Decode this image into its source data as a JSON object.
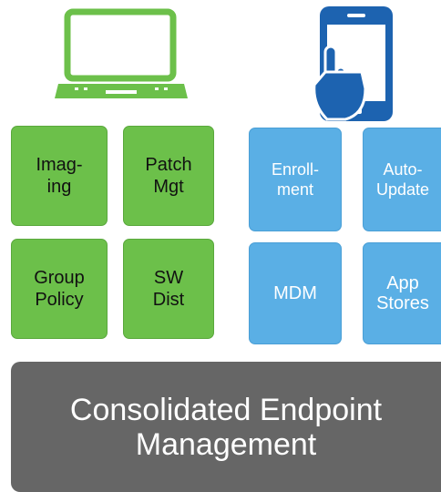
{
  "icons": {
    "laptop": "laptop-icon",
    "phone": "smartphone-touch-icon"
  },
  "colors": {
    "green_tile": "#6cc04a",
    "blue_tile": "#5aafe5",
    "banner": "#666666",
    "phone_blue": "#1d63b0"
  },
  "pc_tiles": [
    {
      "line1": "Imag-",
      "line2": "ing"
    },
    {
      "line1": "Patch",
      "line2": "Mgt"
    },
    {
      "line1": "Group",
      "line2": "Policy"
    },
    {
      "line1": "SW",
      "line2": "Dist"
    }
  ],
  "mobile_tiles": [
    {
      "line1": "Enroll-",
      "line2": "ment"
    },
    {
      "line1": "Auto-",
      "line2": "Update"
    },
    {
      "line1": "MDM",
      "line2": ""
    },
    {
      "line1": "App",
      "line2": "Stores"
    }
  ],
  "banner": {
    "line1": "Consolidated Endpoint",
    "line2": "Management"
  }
}
